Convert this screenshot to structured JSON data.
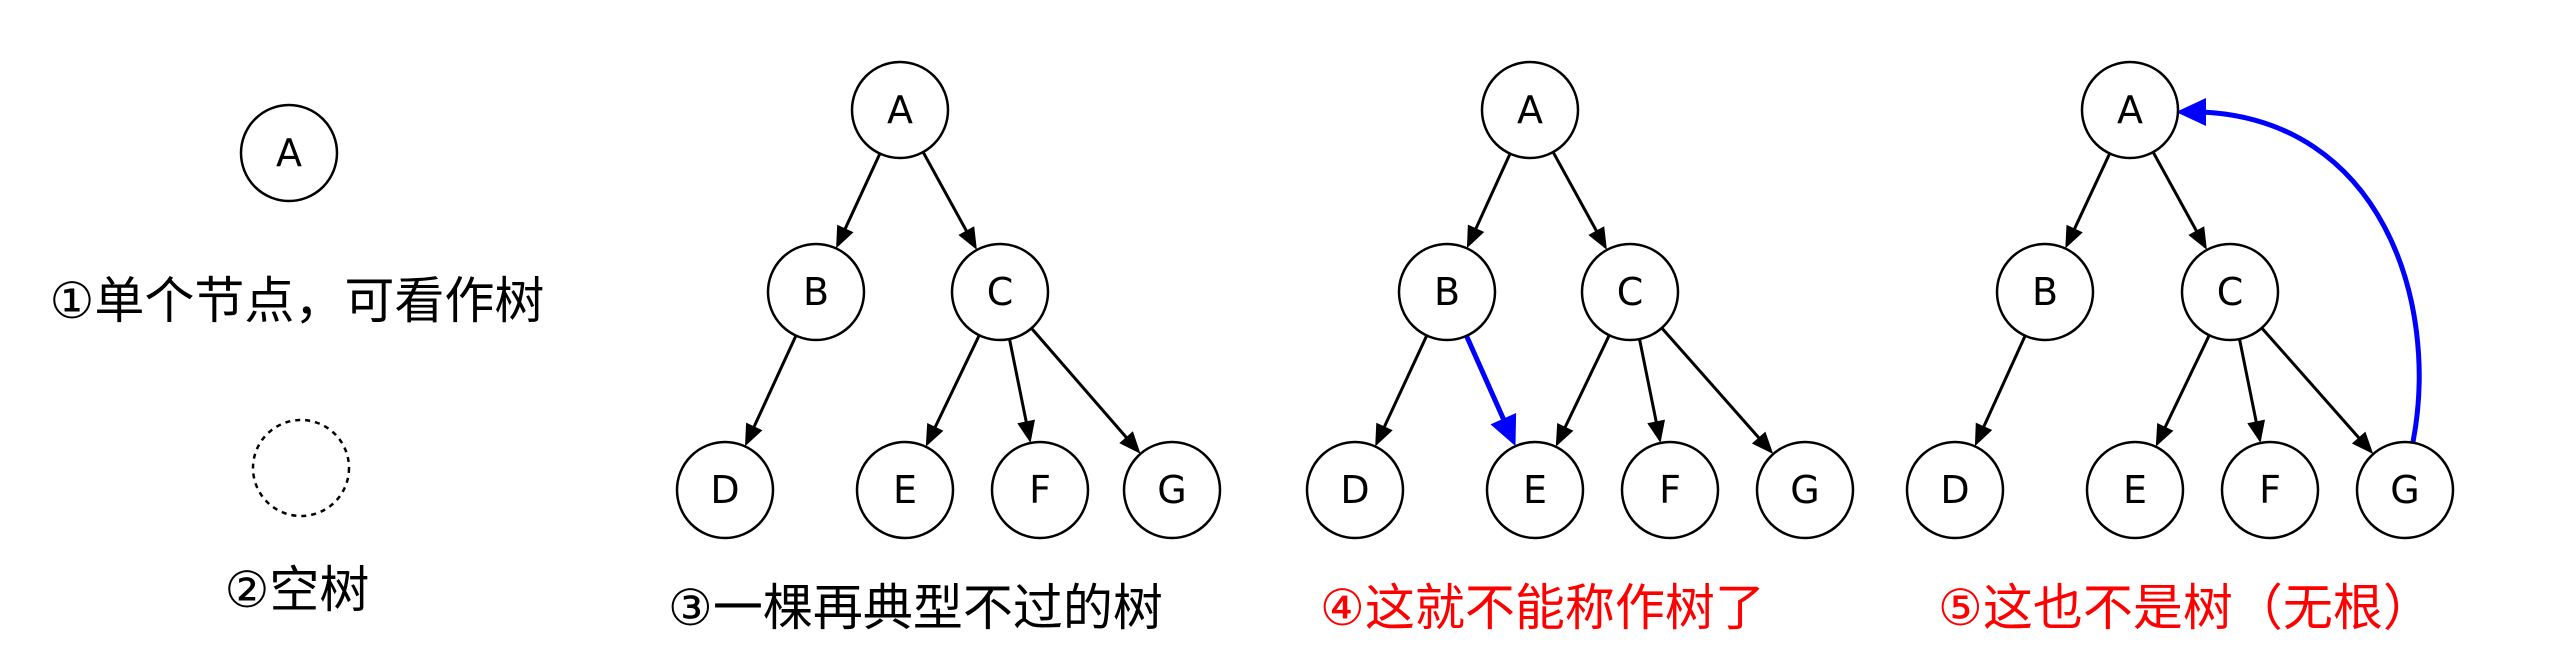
{
  "panels": [
    {
      "caption": "①单个节点，可看作树",
      "caption_color": "#000000",
      "nodes": [
        {
          "id": "A",
          "label": "A",
          "style": "solid"
        }
      ],
      "edges": [],
      "highlight_edges": []
    },
    {
      "caption": "②空树",
      "caption_color": "#000000",
      "nodes": [
        {
          "id": "empty",
          "label": "",
          "style": "dashed"
        }
      ],
      "edges": [],
      "highlight_edges": []
    },
    {
      "caption": "③一棵再典型不过的树",
      "caption_color": "#000000",
      "nodes": [
        {
          "id": "A",
          "label": "A",
          "style": "solid"
        },
        {
          "id": "B",
          "label": "B",
          "style": "solid"
        },
        {
          "id": "C",
          "label": "C",
          "style": "solid"
        },
        {
          "id": "D",
          "label": "D",
          "style": "solid"
        },
        {
          "id": "E",
          "label": "E",
          "style": "solid"
        },
        {
          "id": "F",
          "label": "F",
          "style": "solid"
        },
        {
          "id": "G",
          "label": "G",
          "style": "solid"
        }
      ],
      "edges": [
        [
          "A",
          "B"
        ],
        [
          "A",
          "C"
        ],
        [
          "B",
          "D"
        ],
        [
          "C",
          "E"
        ],
        [
          "C",
          "F"
        ],
        [
          "C",
          "G"
        ]
      ],
      "highlight_edges": []
    },
    {
      "caption": "④这就不能称作树了",
      "caption_color": "#ff0000",
      "nodes": [
        {
          "id": "A",
          "label": "A",
          "style": "solid"
        },
        {
          "id": "B",
          "label": "B",
          "style": "solid"
        },
        {
          "id": "C",
          "label": "C",
          "style": "solid"
        },
        {
          "id": "D",
          "label": "D",
          "style": "solid"
        },
        {
          "id": "E",
          "label": "E",
          "style": "solid"
        },
        {
          "id": "F",
          "label": "F",
          "style": "solid"
        },
        {
          "id": "G",
          "label": "G",
          "style": "solid"
        }
      ],
      "edges": [
        [
          "A",
          "B"
        ],
        [
          "A",
          "C"
        ],
        [
          "B",
          "D"
        ],
        [
          "C",
          "E"
        ],
        [
          "C",
          "F"
        ],
        [
          "C",
          "G"
        ]
      ],
      "highlight_edges": [
        [
          "B",
          "E"
        ]
      ]
    },
    {
      "caption": "⑤这也不是树（无根）",
      "caption_color": "#ff0000",
      "nodes": [
        {
          "id": "A",
          "label": "A",
          "style": "solid"
        },
        {
          "id": "B",
          "label": "B",
          "style": "solid"
        },
        {
          "id": "C",
          "label": "C",
          "style": "solid"
        },
        {
          "id": "D",
          "label": "D",
          "style": "solid"
        },
        {
          "id": "E",
          "label": "E",
          "style": "solid"
        },
        {
          "id": "F",
          "label": "F",
          "style": "solid"
        },
        {
          "id": "G",
          "label": "G",
          "style": "solid"
        }
      ],
      "edges": [
        [
          "A",
          "B"
        ],
        [
          "A",
          "C"
        ],
        [
          "B",
          "D"
        ],
        [
          "C",
          "E"
        ],
        [
          "C",
          "F"
        ],
        [
          "C",
          "G"
        ]
      ],
      "highlight_edges": [
        [
          "G",
          "A"
        ]
      ]
    }
  ],
  "colors": {
    "edge": "#000000",
    "highlight_edge": "#0000ff",
    "node_stroke": "#000000",
    "node_fill": "#ffffff"
  }
}
